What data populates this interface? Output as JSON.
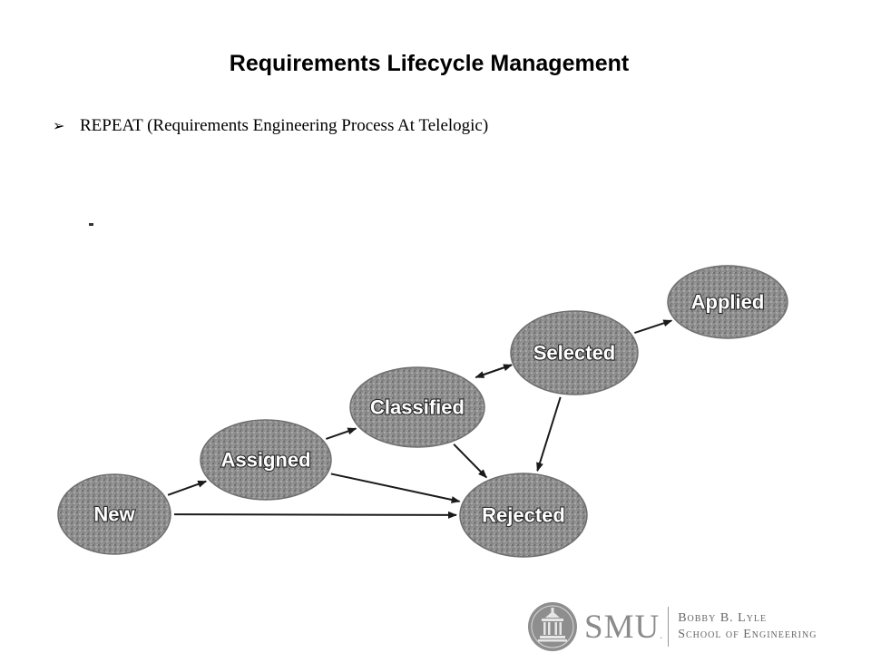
{
  "slide": {
    "title": "Requirements Lifecycle Management",
    "bullet": "REPEAT (Requirements Engineering Process At Telelogic)"
  },
  "diagram": {
    "nodes": [
      {
        "id": "new",
        "label": "New"
      },
      {
        "id": "assigned",
        "label": "Assigned"
      },
      {
        "id": "classified",
        "label": "Classified"
      },
      {
        "id": "selected",
        "label": "Selected"
      },
      {
        "id": "applied",
        "label": "Applied"
      },
      {
        "id": "rejected",
        "label": "Rejected"
      }
    ],
    "edges": [
      {
        "from": "new",
        "to": "assigned"
      },
      {
        "from": "new",
        "to": "rejected"
      },
      {
        "from": "assigned",
        "to": "classified"
      },
      {
        "from": "assigned",
        "to": "rejected"
      },
      {
        "from": "classified",
        "to": "selected"
      },
      {
        "from": "classified",
        "to": "rejected"
      },
      {
        "from": "selected",
        "to": "classified"
      },
      {
        "from": "selected",
        "to": "applied"
      },
      {
        "from": "selected",
        "to": "rejected"
      }
    ]
  },
  "logo": {
    "wordmark": "SMU",
    "trademark": ".",
    "school_line1": "Bobby B. Lyle",
    "school_line2": "School of Engineering"
  }
}
